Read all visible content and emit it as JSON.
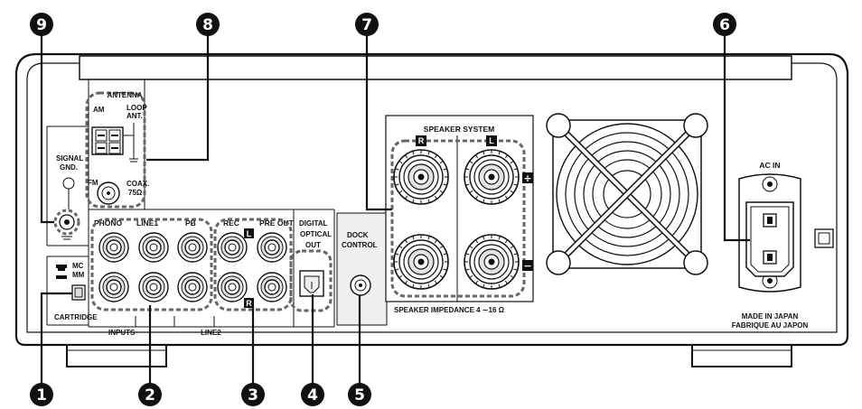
{
  "panel": {
    "antenna_label": "ANTENNA",
    "am_label": "AM",
    "loop_ant_label": [
      "LOOP",
      "ANT."
    ],
    "fm_label": "FM",
    "coax_label": [
      "COAX.",
      "75Ω"
    ],
    "signal_gnd_label": [
      "SIGNAL",
      "GND."
    ],
    "mc_label": "MC",
    "mm_label": "MM",
    "cartridge_label": "CARTRIDGE",
    "phono_label": "PHONO",
    "line1_label": "LINE1",
    "pb_label": "PB",
    "rec_label": "REC",
    "pre_out_label": "PRE OUT",
    "l_badge": "L",
    "r_badge": "R",
    "inputs_label": "INPUTS",
    "line2_label": "LINE2",
    "digital_optical_label": [
      "DIGITAL",
      "OPTICAL",
      "OUT"
    ],
    "dock_control_label": [
      "DOCK",
      "CONTROL"
    ],
    "speaker_system_label": "SPEAKER SYSTEM",
    "speaker_r_badge": "R",
    "speaker_l_badge": "L",
    "plus_sign": "+",
    "minus_sign": "−",
    "speaker_impedance_label": "SPEAKER IMPEDANCE 4 ∼16 Ω",
    "ac_in_label": "AC IN",
    "made_in_label": [
      "MADE IN JAPAN",
      "FABRIQUE AU JAPON"
    ]
  },
  "callouts": [
    "1",
    "2",
    "3",
    "4",
    "5",
    "6",
    "7",
    "8",
    "9"
  ]
}
